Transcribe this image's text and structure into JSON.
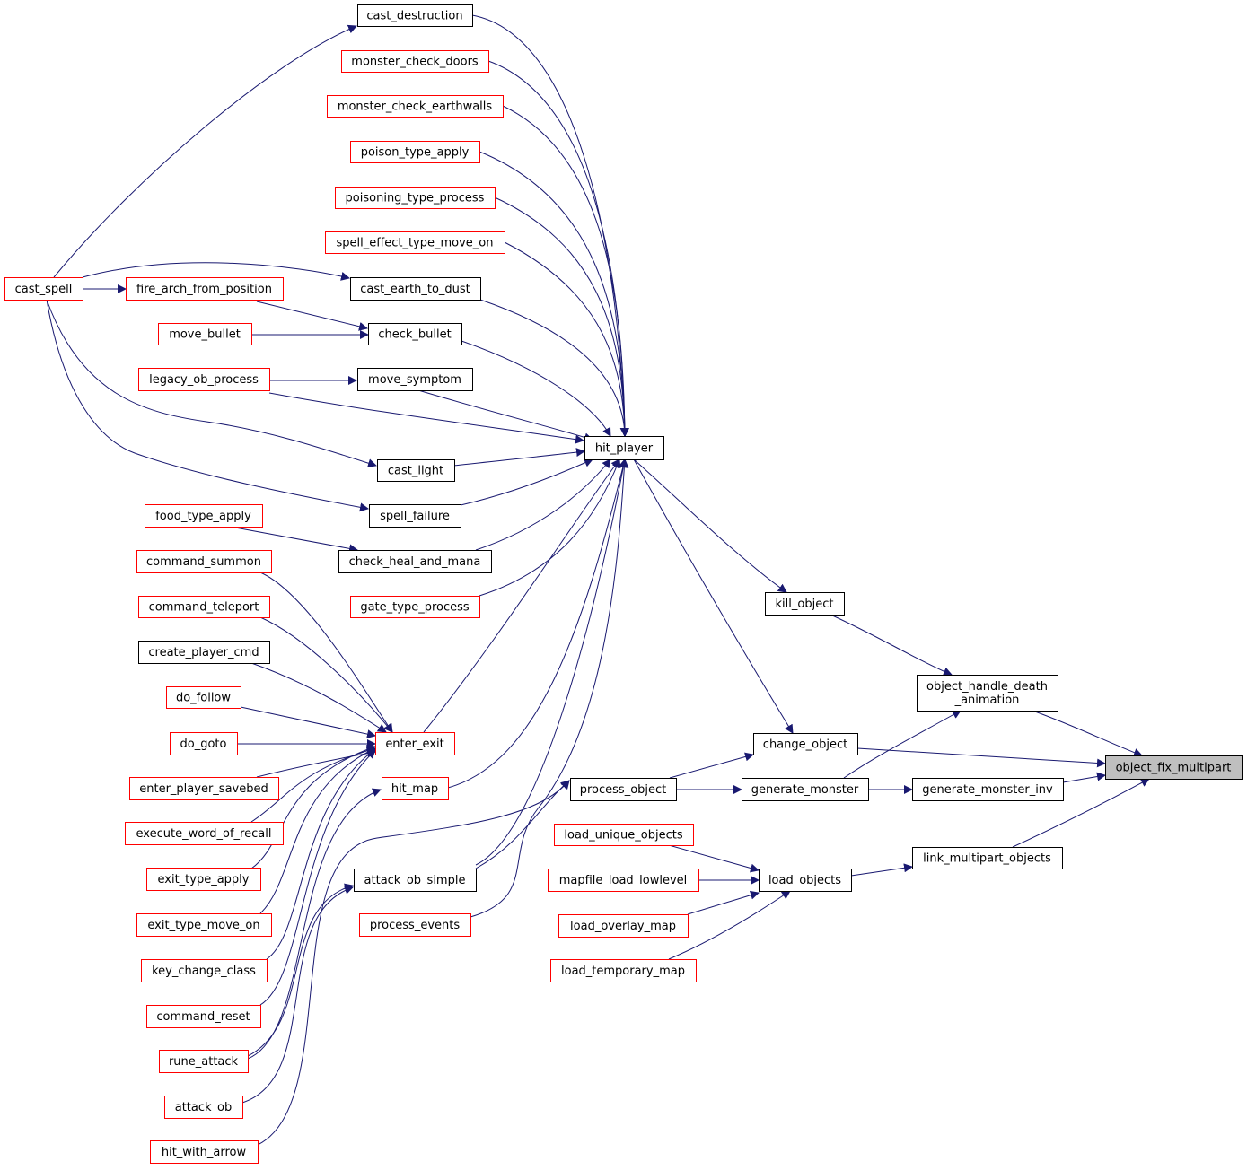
{
  "colors": {
    "edge": "#191970",
    "node_border_linked": "#000000",
    "node_border_unlinked": "#ff0000",
    "node_fill": "#ffffff",
    "node_fill_focus": "#bfbfbf"
  },
  "nodes": {
    "cast_destruction": {
      "label": "cast_destruction",
      "style": "linked"
    },
    "monster_check_doors": {
      "label": "monster_check_doors",
      "style": "unlinked"
    },
    "monster_check_earthwalls": {
      "label": "monster_check_earthwalls",
      "style": "unlinked"
    },
    "poison_type_apply": {
      "label": "poison_type_apply",
      "style": "unlinked"
    },
    "poisoning_type_process": {
      "label": "poisoning_type_process",
      "style": "unlinked"
    },
    "spell_effect_type_move_on": {
      "label": "spell_effect_type_move_on",
      "style": "unlinked"
    },
    "cast_spell": {
      "label": "cast_spell",
      "style": "unlinked"
    },
    "fire_arch_from_position": {
      "label": "fire_arch_from_position",
      "style": "unlinked"
    },
    "cast_earth_to_dust": {
      "label": "cast_earth_to_dust",
      "style": "linked"
    },
    "move_bullet": {
      "label": "move_bullet",
      "style": "unlinked"
    },
    "check_bullet": {
      "label": "check_bullet",
      "style": "linked"
    },
    "legacy_ob_process": {
      "label": "legacy_ob_process",
      "style": "unlinked"
    },
    "move_symptom": {
      "label": "move_symptom",
      "style": "linked"
    },
    "hit_player": {
      "label": "hit_player",
      "style": "linked"
    },
    "cast_light": {
      "label": "cast_light",
      "style": "linked"
    },
    "spell_failure": {
      "label": "spell_failure",
      "style": "linked"
    },
    "food_type_apply": {
      "label": "food_type_apply",
      "style": "unlinked"
    },
    "check_heal_and_mana": {
      "label": "check_heal_and_mana",
      "style": "linked"
    },
    "command_summon": {
      "label": "command_summon",
      "style": "unlinked"
    },
    "gate_type_process": {
      "label": "gate_type_process",
      "style": "unlinked"
    },
    "kill_object": {
      "label": "kill_object",
      "style": "linked"
    },
    "command_teleport": {
      "label": "command_teleport",
      "style": "unlinked"
    },
    "create_player_cmd": {
      "label": "create_player_cmd",
      "style": "linked"
    },
    "object_handle_death_animation": {
      "label_lines": [
        "object_handle_death",
        "_animation"
      ],
      "style": "linked"
    },
    "do_follow": {
      "label": "do_follow",
      "style": "unlinked"
    },
    "do_goto": {
      "label": "do_goto",
      "style": "unlinked"
    },
    "enter_exit": {
      "label": "enter_exit",
      "style": "unlinked"
    },
    "change_object": {
      "label": "change_object",
      "style": "linked"
    },
    "object_fix_multipart": {
      "label": "object_fix_multipart",
      "style": "focus"
    },
    "enter_player_savebed": {
      "label": "enter_player_savebed",
      "style": "unlinked"
    },
    "hit_map": {
      "label": "hit_map",
      "style": "unlinked"
    },
    "process_object": {
      "label": "process_object",
      "style": "linked"
    },
    "generate_monster": {
      "label": "generate_monster",
      "style": "linked"
    },
    "generate_monster_inv": {
      "label": "generate_monster_inv",
      "style": "linked"
    },
    "execute_word_of_recall": {
      "label": "execute_word_of_recall",
      "style": "unlinked"
    },
    "load_unique_objects": {
      "label": "load_unique_objects",
      "style": "unlinked"
    },
    "link_multipart_objects": {
      "label": "link_multipart_objects",
      "style": "linked"
    },
    "exit_type_apply": {
      "label": "exit_type_apply",
      "style": "unlinked"
    },
    "attack_ob_simple": {
      "label": "attack_ob_simple",
      "style": "linked"
    },
    "mapfile_load_lowlevel": {
      "label": "mapfile_load_lowlevel",
      "style": "unlinked"
    },
    "load_objects": {
      "label": "load_objects",
      "style": "linked"
    },
    "exit_type_move_on": {
      "label": "exit_type_move_on",
      "style": "unlinked"
    },
    "process_events": {
      "label": "process_events",
      "style": "unlinked"
    },
    "load_overlay_map": {
      "label": "load_overlay_map",
      "style": "unlinked"
    },
    "key_change_class": {
      "label": "key_change_class",
      "style": "unlinked"
    },
    "load_temporary_map": {
      "label": "load_temporary_map",
      "style": "unlinked"
    },
    "command_reset": {
      "label": "command_reset",
      "style": "unlinked"
    },
    "rune_attack": {
      "label": "rune_attack",
      "style": "unlinked"
    },
    "attack_ob": {
      "label": "attack_ob",
      "style": "unlinked"
    },
    "hit_with_arrow": {
      "label": "hit_with_arrow",
      "style": "unlinked"
    }
  },
  "edges": [
    [
      "cast_spell",
      "cast_destruction"
    ],
    [
      "cast_spell",
      "fire_arch_from_position"
    ],
    [
      "cast_spell",
      "cast_earth_to_dust"
    ],
    [
      "cast_spell",
      "cast_light"
    ],
    [
      "cast_spell",
      "spell_failure"
    ],
    [
      "fire_arch_from_position",
      "check_bullet"
    ],
    [
      "move_bullet",
      "check_bullet"
    ],
    [
      "legacy_ob_process",
      "move_symptom"
    ],
    [
      "legacy_ob_process",
      "hit_player"
    ],
    [
      "food_type_apply",
      "check_heal_and_mana"
    ],
    [
      "cast_destruction",
      "hit_player"
    ],
    [
      "monster_check_doors",
      "hit_player"
    ],
    [
      "monster_check_earthwalls",
      "hit_player"
    ],
    [
      "poison_type_apply",
      "hit_player"
    ],
    [
      "poisoning_type_process",
      "hit_player"
    ],
    [
      "spell_effect_type_move_on",
      "hit_player"
    ],
    [
      "cast_earth_to_dust",
      "hit_player"
    ],
    [
      "check_bullet",
      "hit_player"
    ],
    [
      "move_symptom",
      "hit_player"
    ],
    [
      "cast_light",
      "hit_player"
    ],
    [
      "spell_failure",
      "hit_player"
    ],
    [
      "check_heal_and_mana",
      "hit_player"
    ],
    [
      "gate_type_process",
      "hit_player"
    ],
    [
      "enter_exit",
      "hit_player"
    ],
    [
      "hit_map",
      "hit_player"
    ],
    [
      "attack_ob_simple",
      "hit_player"
    ],
    [
      "process_events",
      "hit_player"
    ],
    [
      "command_summon",
      "enter_exit"
    ],
    [
      "command_teleport",
      "enter_exit"
    ],
    [
      "create_player_cmd",
      "enter_exit"
    ],
    [
      "do_follow",
      "enter_exit"
    ],
    [
      "do_goto",
      "enter_exit"
    ],
    [
      "enter_player_savebed",
      "enter_exit"
    ],
    [
      "execute_word_of_recall",
      "enter_exit"
    ],
    [
      "exit_type_apply",
      "enter_exit"
    ],
    [
      "exit_type_move_on",
      "enter_exit"
    ],
    [
      "key_change_class",
      "enter_exit"
    ],
    [
      "command_reset",
      "enter_exit"
    ],
    [
      "rune_attack",
      "hit_map"
    ],
    [
      "rune_attack",
      "attack_ob_simple"
    ],
    [
      "attack_ob",
      "attack_ob_simple"
    ],
    [
      "hit_with_arrow",
      "attack_ob_simple"
    ],
    [
      "attack_ob_simple",
      "process_object"
    ],
    [
      "hit_player",
      "kill_object"
    ],
    [
      "hit_player",
      "change_object"
    ],
    [
      "kill_object",
      "object_handle_death_animation"
    ],
    [
      "generate_monster",
      "object_handle_death_animation"
    ],
    [
      "object_handle_death_animation",
      "object_fix_multipart"
    ],
    [
      "change_object",
      "object_fix_multipart"
    ],
    [
      "process_object",
      "change_object"
    ],
    [
      "process_object",
      "generate_monster"
    ],
    [
      "generate_monster",
      "generate_monster_inv"
    ],
    [
      "generate_monster_inv",
      "object_fix_multipart"
    ],
    [
      "link_multipart_objects",
      "object_fix_multipart"
    ],
    [
      "load_unique_objects",
      "load_objects"
    ],
    [
      "mapfile_load_lowlevel",
      "load_objects"
    ],
    [
      "load_overlay_map",
      "load_objects"
    ],
    [
      "load_temporary_map",
      "load_objects"
    ],
    [
      "load_objects",
      "link_multipart_objects"
    ]
  ]
}
